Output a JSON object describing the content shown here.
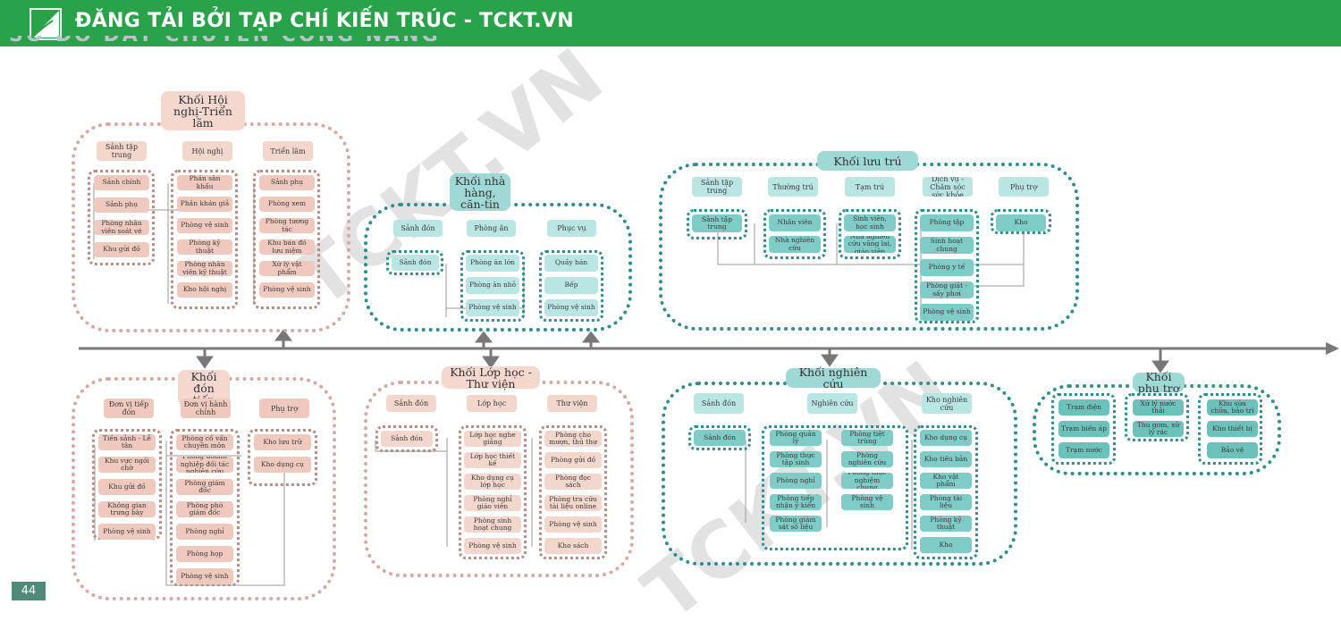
{
  "header": {
    "brand": "ĐĂNG TẢI BỞI TẠP CHÍ KIẾN TRÚC - TCKT.VN",
    "cut_title": "SƠ ĐỒ DÂY CHUYỀN CÔNG NĂNG"
  },
  "page_number": "44",
  "watermark": "TCKT.VN",
  "colors": {
    "topbar": "#2aa24a",
    "pink_border": "#d7a7a1",
    "teal_border": "#2f8d8e",
    "axis": "#7a7a7a"
  },
  "blocks": {
    "hoinghi": {
      "title": "Khối Hội nghị-Triển lãm",
      "cats": [
        "Sảnh tập trung",
        "Hội nghị",
        "Triển lãm"
      ],
      "col1": [
        "Sảnh chính",
        "Sảnh phụ",
        "Phòng nhân viên soát vé",
        "Khu gửi đồ"
      ],
      "col2": [
        "Phần sân khấu",
        "Phần khán giả",
        "Phòng vệ sinh",
        "Phòng kỹ thuật",
        "Phòng nhân viên kỹ thuật",
        "Kho hội nghị"
      ],
      "col3": [
        "Sảnh phụ",
        "Phòng xem",
        "Phòng tương tác",
        "Khu bán đồ lưu niệm",
        "Xử lý vật phẩm",
        "Phòng vệ sinh"
      ]
    },
    "nhahang": {
      "title": "Khối nhà hàng, căn-tin",
      "cats": [
        "Sảnh đón",
        "Phòng ăn",
        "Phục vụ"
      ],
      "col1": [
        "Sảnh đón"
      ],
      "col2": [
        "Phòng ăn lớn",
        "Phòng ăn nhỏ",
        "Phòng vệ sinh"
      ],
      "col3": [
        "Quầy bán",
        "Bếp",
        "Phòng vệ sinh"
      ]
    },
    "luutru": {
      "title": "Khối lưu trú",
      "cats": [
        "Sảnh tập trung",
        "Thường trú",
        "Tạm trú",
        "Dịch vụ - Chăm sóc sức khỏe",
        "Phụ trợ"
      ],
      "col1": [
        "Sảnh tập trung"
      ],
      "col2": [
        "Nhân viên",
        "Nhà nghiên cứu"
      ],
      "col3": [
        "Sinh viên, học sinh",
        "Nhà nghiên cứu vãng lai, giáo viên"
      ],
      "col4": [
        "Phòng tập",
        "Sinh hoạt chung",
        "Phòng y tế",
        "Phòng giặt - sấy phơi",
        "Phòng vệ sinh"
      ],
      "col5": [
        "Kho"
      ]
    },
    "dontiep": {
      "title": "Khối đón tiếp",
      "cats": [
        "Đơn vị tiếp đón",
        "Đơn vị hành chính",
        "Phụ trợ"
      ],
      "col1": [
        "Tiền sảnh - Lễ tân",
        "Khu vực ngồi chờ",
        "Khu gửi đồ",
        "Không gian trưng bày",
        "Phòng vệ sinh"
      ],
      "col2": [
        "Phòng cố vấn chuyên môn",
        "Phòng doanh nghiệp đối tác nghiên cứu",
        "Phòng giám đốc",
        "Phòng phó giám đốc",
        "Phòng nghỉ",
        "Phòng họp",
        "Phòng vệ sinh"
      ],
      "col3": [
        "Kho lưu trữ",
        "Kho dụng cụ"
      ]
    },
    "lophoc": {
      "title": "Khối Lớp học - Thư viện",
      "cats": [
        "Sảnh đón",
        "Lớp học",
        "Thư viện"
      ],
      "col1": [
        "Sảnh đón"
      ],
      "col2": [
        "Lớp học nghe giảng",
        "Lớp học thiết kế",
        "Kho dụng cụ lớp học",
        "Phòng nghỉ giáo viên",
        "Phòng sinh hoạt chung",
        "Phòng vệ sinh"
      ],
      "col3": [
        "Phòng cho mượn, thủ thư",
        "Phòng gửi đồ",
        "Phòng đọc sách",
        "Phòng tra cứu tài liệu online",
        "Phòng vệ sinh",
        "Kho sách"
      ]
    },
    "nghiencuu": {
      "title": "Khối nghiên cứu",
      "cats": [
        "Sảnh đón",
        "Nghiên cứu",
        "Kho nghiên cứu"
      ],
      "col1": [
        "Sảnh đón"
      ],
      "col2": [
        "Phòng quản lý",
        "Phòng thực tập sinh",
        "Phòng nghỉ",
        "Phòng tiếp nhận ý kiến",
        "Phòng giám sát số liệu"
      ],
      "col3": [
        "Phòng tiệt trùng",
        "Phòng nghiên cứu",
        "Phòng thực nghiệm chung",
        "Phòng vệ sinh"
      ],
      "col4": [
        "Kho dụng cụ",
        "Kho tiêu bản",
        "Kho vật phẩm",
        "Phòng tài liệu",
        "Phòng kỹ thuật",
        "Kho"
      ]
    },
    "phutro": {
      "title": "Khối phụ trợ",
      "col1": [
        "Trạm điện",
        "Trạm biến áp",
        "Trạm nước"
      ],
      "col2": [
        "Xử lý nước thải",
        "Thu gom, xử lý rác"
      ],
      "col3": [
        "Khu sửa chữa, bảo trì",
        "Kho thiết bị",
        "Bảo vệ"
      ]
    }
  }
}
